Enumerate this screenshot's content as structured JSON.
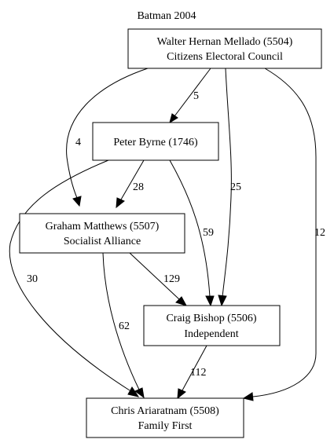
{
  "title": "Batman 2004",
  "nodes": {
    "mellado": {
      "line1": "Walter Hernan Mellado (5504)",
      "line2": "Citizens Electoral Council"
    },
    "byrne": {
      "line1": "Peter Byrne (1746)"
    },
    "matthews": {
      "line1": "Graham Matthews (5507)",
      "line2": "Socialist Alliance"
    },
    "bishop": {
      "line1": "Craig Bishop (5506)",
      "line2": "Independent"
    },
    "ariaratnam": {
      "line1": "Chris Ariaratnam (5508)",
      "line2": "Family First"
    }
  },
  "edges": [
    {
      "from": "Walter Hernan Mellado (5504)",
      "to": "Peter Byrne (1746)",
      "label": "5"
    },
    {
      "from": "Walter Hernan Mellado (5504)",
      "to": "Graham Matthews (5507)",
      "label": "4"
    },
    {
      "from": "Walter Hernan Mellado (5504)",
      "to": "Craig Bishop (5506)",
      "label": "25"
    },
    {
      "from": "Walter Hernan Mellado (5504)",
      "to": "Chris Ariaratnam (5508)",
      "label": "12"
    },
    {
      "from": "Peter Byrne (1746)",
      "to": "Graham Matthews (5507)",
      "label": "28"
    },
    {
      "from": "Peter Byrne (1746)",
      "to": "Craig Bishop (5506)",
      "label": "59"
    },
    {
      "from": "Peter Byrne (1746)",
      "to": "Chris Ariaratnam (5508)",
      "label": "30"
    },
    {
      "from": "Graham Matthews (5507)",
      "to": "Craig Bishop (5506)",
      "label": "129"
    },
    {
      "from": "Graham Matthews (5507)",
      "to": "Chris Ariaratnam (5508)",
      "label": "62"
    },
    {
      "from": "Craig Bishop (5506)",
      "to": "Chris Ariaratnam (5508)",
      "label": "112"
    }
  ]
}
